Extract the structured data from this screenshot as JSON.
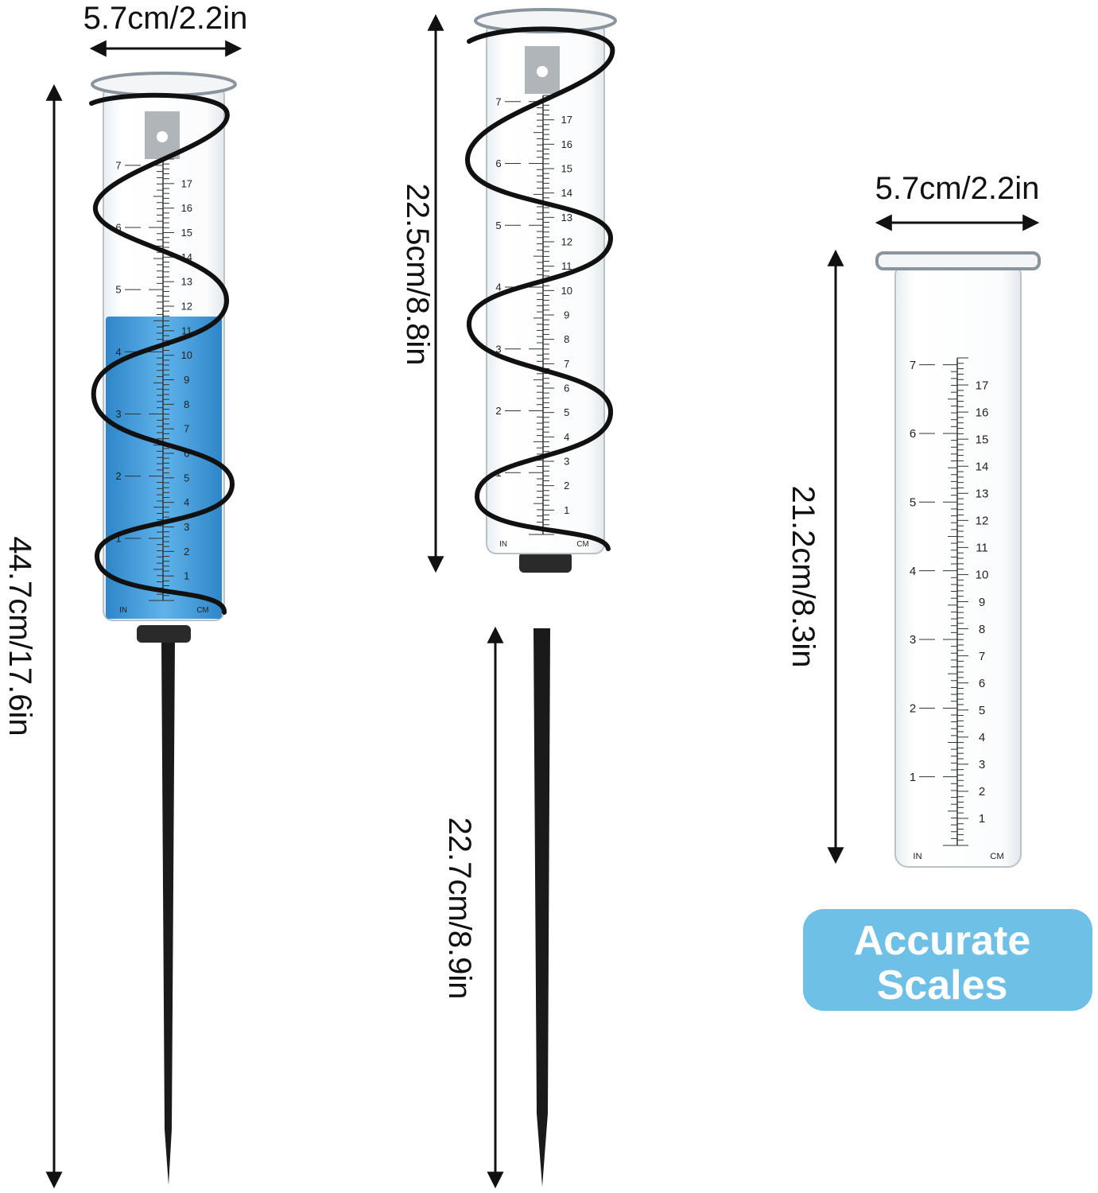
{
  "dimensions": {
    "assembled_width": "5.7cm/2.2in",
    "assembled_height": "44.7cm/17.6in",
    "gauge_height": "22.5cm/8.8in",
    "stake_height": "22.7cm/8.9in",
    "tube_width": "5.7cm/2.2in",
    "tube_height": "21.2cm/8.3in"
  },
  "scale": {
    "inch_label": "IN",
    "cm_label": "CM",
    "inch_ticks": [
      "1",
      "2",
      "3",
      "4",
      "5",
      "6",
      "7"
    ],
    "cm_ticks": [
      "1",
      "2",
      "3",
      "4",
      "5",
      "6",
      "7",
      "8",
      "9",
      "10",
      "11",
      "12",
      "13",
      "14",
      "15",
      "16",
      "17"
    ]
  },
  "badge": {
    "line1": "Accurate",
    "line2": "Scales"
  },
  "colors": {
    "water": "#3f9bd8",
    "badge": "#6fc0e6",
    "spiral": "#111111",
    "stake": "#1a1a1a"
  }
}
